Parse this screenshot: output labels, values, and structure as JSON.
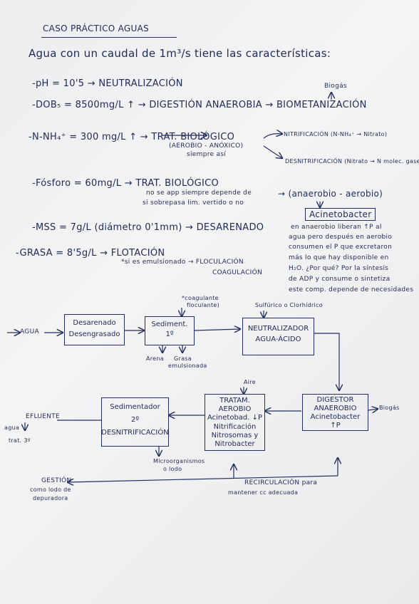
{
  "title": "CASO PRÁCTICO AGUAS",
  "intro": "Agua con un caudal de 1m³/s tiene las características:",
  "params": {
    "ph": "-pH = 10'5 → NEUTRALIZACIÓN",
    "dbo": "-DOB₅ = 8500mg/L ↑ → DIGESTIÓN ANAEROBIA → BIOMETANIZACIÓN",
    "biogas": "Biogás",
    "nnh4": "-N-NH₄⁺ = 300 mg/L ↑ → TRAT. BIOLÓGICO",
    "nnh4_sub": "(AEROBIO - ANÓXICO)",
    "nnh4_note": "siempre así",
    "nitrif": "NITRIFICACIÓN (N-NH₄⁺ → Nitrato)",
    "desnitrif": "DESNITRIFICACIÓN (Nitrato → N molec. gaseoso)",
    "fosforo": "-Fósforo = 60mg/L → TRAT. BIOLÓGICO",
    "fosforo_note1": "no se app siempre depende de",
    "fosforo_note2": "si sobrepasa lim. vertido o no",
    "anaerobio": "→ (anaerobio - aerobio)",
    "acinetobacter": "Acinetobacter",
    "acineto_note1": "en anaerobio liberan ↑P al",
    "acineto_note2": "agua pero después en aerobio",
    "acineto_note3": "consumen el P que excretaron",
    "acineto_note4": "más lo que hay disponible en",
    "acineto_note5": "H₂O. ¿Por qué? Por la síntesis",
    "acineto_note6": "de ADP y consume o sintetiza",
    "acineto_note7": "este comp. depende de necesidades",
    "mss": "-MSS = 7g/L (diámetro 0'1mm) → DESARENADO",
    "grasa": "-GRASA = 8'5g/L → FLOTACIÓN",
    "grasa_note1": "*si es emulsionado → FLOCULACIÓN",
    "grasa_note2": "COAGULACIÓN"
  },
  "diagram": {
    "agua": "AGUA",
    "desarenado1": "Desarenado",
    "desarenado2": "Desengrasado",
    "sedim1_a": "Sediment.",
    "sedim1_b": "1º",
    "coag1": "*coagulante",
    "coag2": "floculante)",
    "arena": "Arena",
    "grasa1": "Grasa",
    "grasa2": "emulsionada",
    "acido": "Sulfúrico o Clorhídrico",
    "neutra1": "NEUTRALIZADOR",
    "neutra2": "AGUA-ÁCIDO",
    "digestor1": "DIGESTOR",
    "digestor2": "ANAEROBIO",
    "digestor3": "Acinetobacter",
    "digestor4": "↑P",
    "biogas": "Biogás",
    "aire": "Aire",
    "aer1": "TRATAM.",
    "aer2": "AEROBIO",
    "aer3": "Acinetobad. ↓P",
    "aer4": "Nitrificación",
    "aer5": "Nitrosomas y",
    "aer6": "Nitrobacter",
    "sed2_1": "Sedimentador",
    "sed2_2": "2º",
    "sed2_3": "DESNITRIFICACIÓN",
    "efluente": "EFLUENTE",
    "efl_1": "agua",
    "efl_2": "trat. 3º",
    "micro1": "Microorganismos",
    "micro2": "o lodo",
    "gestion1": "GESTIÓN",
    "gestion2": "como lodo de",
    "gestion3": "depuradora",
    "recirc1": "RECIRCULACIÓN para",
    "recirc2": "mantener cc adecuada"
  }
}
